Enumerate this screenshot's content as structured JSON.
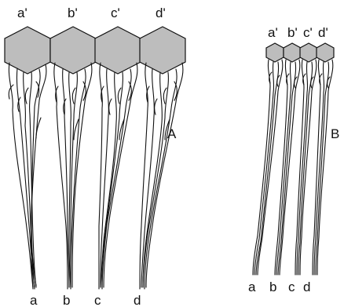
{
  "panels": {
    "A": {
      "label": "A",
      "top_labels": [
        "a'",
        "b'",
        "c'",
        "d'"
      ],
      "bottom_labels": [
        "a",
        "b",
        "c",
        "d"
      ]
    },
    "B": {
      "label": "B",
      "top_labels": [
        "a'",
        "b'",
        "c'",
        "d'"
      ],
      "bottom_labels": [
        "a",
        "b",
        "c",
        "d"
      ]
    }
  },
  "colors": {
    "hexagon_fill": "#bdbdbd",
    "line": "#111111",
    "background": "#ffffff"
  }
}
